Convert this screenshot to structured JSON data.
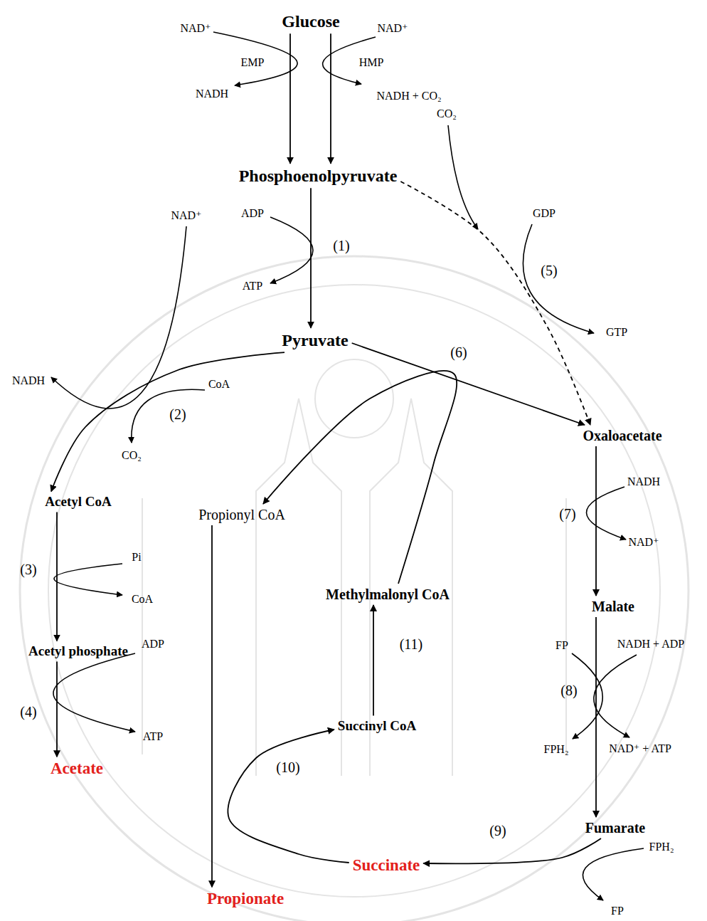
{
  "diagram": {
    "nodes": [
      {
        "text": [
          "Glucose"
        ]
      },
      {
        "text": [
          "Phosphoenolpyruvate"
        ]
      },
      {
        "text": [
          "Pyruvate"
        ]
      },
      {
        "text": [
          "Acetyl CoA"
        ]
      },
      {
        "text": [
          "Propionyl CoA"
        ]
      },
      {
        "text": [
          "Oxaloacetate"
        ]
      },
      {
        "text": [
          "Methylmalonyl CoA"
        ]
      },
      {
        "text": [
          "Acetyl phosphate"
        ]
      },
      {
        "text": [
          "Malate"
        ]
      },
      {
        "text": [
          "Succinyl CoA"
        ]
      },
      {
        "text": [
          "Acetate"
        ]
      },
      {
        "text": [
          "Fumarate"
        ]
      },
      {
        "text": [
          "Succinate"
        ]
      },
      {
        "text": [
          "Propionate"
        ]
      }
    ],
    "edges": [
      {
        "from": 0,
        "to": 1,
        "arrow": "to",
        "label": "EMP"
      },
      {
        "from": 0,
        "to": 1,
        "arrow": "to",
        "label": "HMP"
      },
      {
        "from": 1,
        "to": 2,
        "arrow": "to"
      },
      {
        "from": 1,
        "to": 5,
        "arrow": "to"
      },
      {
        "from": 2,
        "to": 3,
        "arrow": "to"
      },
      {
        "from": 2,
        "to": 5,
        "arrow": "to"
      },
      {
        "from": 6,
        "to": 4,
        "arrow": "to"
      },
      {
        "from": 3,
        "to": 7,
        "arrow": "to"
      },
      {
        "from": 7,
        "to": 10,
        "arrow": "to"
      },
      {
        "from": 5,
        "to": 8,
        "arrow": "to"
      },
      {
        "from": 8,
        "to": 11,
        "arrow": "to"
      },
      {
        "from": 11,
        "to": 12,
        "arrow": "to"
      },
      {
        "from": 4,
        "to": 13,
        "arrow": "to"
      },
      {
        "from": 12,
        "to": 9,
        "arrow": "to"
      },
      {
        "from": 9,
        "to": 6,
        "arrow": "to"
      }
    ],
    "labels": [
      "NAD⁺",
      "NAD⁺",
      "NADH",
      "NADH + CO₂",
      "CO₂",
      "ADP",
      "(1)",
      "ATP",
      "NAD⁺",
      "GDP",
      "(5)",
      "GTP",
      "NADH",
      "CoA",
      "(2)",
      "CO₂",
      "(6)",
      "NADH",
      "(7)",
      "NAD⁺",
      "Pi",
      "(3)",
      "CoA",
      "(11)",
      "ADP",
      "FP",
      "NADH + ADP",
      "(8)",
      "(4)",
      "ATP",
      "FPH₂",
      "NAD⁺ + ATP",
      "(10)",
      "(9)",
      "FPH₂",
      "FP"
    ]
  }
}
